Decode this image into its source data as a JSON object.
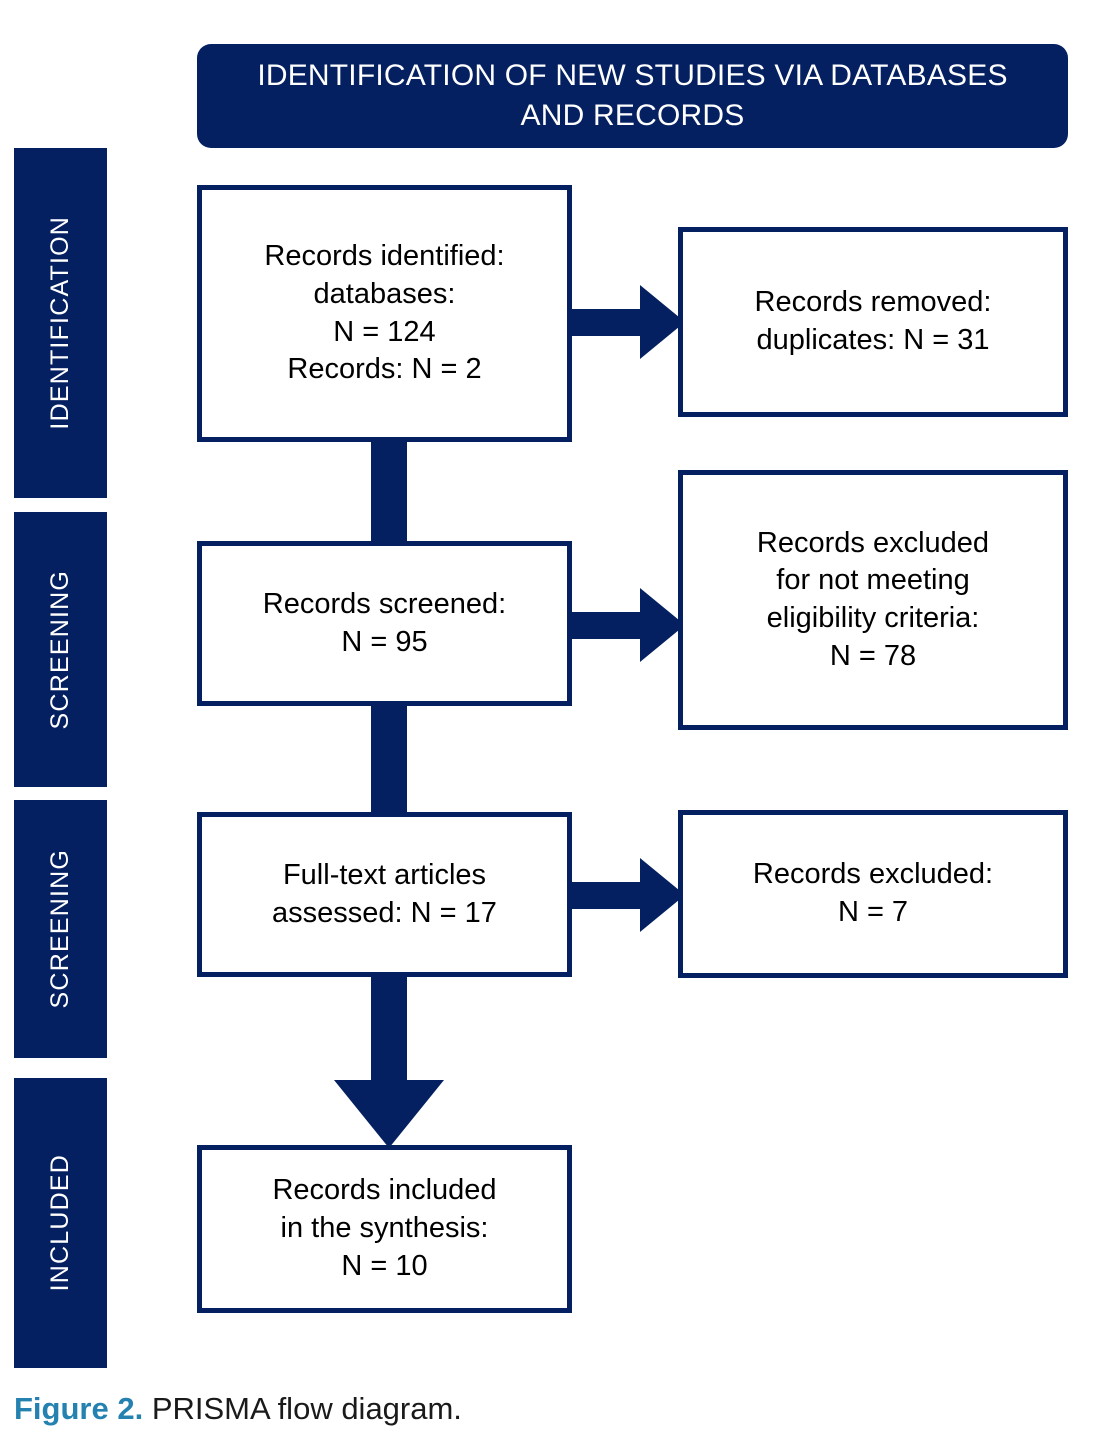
{
  "figure": {
    "header": {
      "title": "IDENTIFICATION OF NEW STUDIES VIA DATABASES AND RECORDS",
      "background_color": "#052060",
      "text_color": "#FFFFFF"
    },
    "stages": [
      {
        "id": "identification",
        "label": "IDENTIFICATION"
      },
      {
        "id": "screening-1",
        "label": "SCREENING"
      },
      {
        "id": "screening-2",
        "label": "SCREENING"
      },
      {
        "id": "included",
        "label": "INCLUDED"
      }
    ],
    "boxes": {
      "records_identified": {
        "text": "Records identified:\ndatabases:\nN = 124\nRecords: N = 2"
      },
      "records_removed": {
        "text": "Records removed:\nduplicates: N = 31"
      },
      "records_screened": {
        "text": "Records screened:\nN = 95"
      },
      "records_excluded_eligibility": {
        "text": "Records excluded\nfor not meeting\neligibility criteria:\nN = 78"
      },
      "fulltext_assessed": {
        "text": "Full-text articles\nassessed: N = 17"
      },
      "records_excluded": {
        "text": "Records excluded:\nN = 7"
      },
      "records_included": {
        "text": "Records included\nin the synthesis:\nN = 10"
      }
    },
    "caption": {
      "lead": "Figure 2.",
      "rest": " PRISMA flow diagram.",
      "lead_color": "#2481B0"
    },
    "colors": {
      "navy": "#052060",
      "white": "#FFFFFF",
      "black": "#000000",
      "accent_teal": "#2481B0"
    }
  },
  "chart_data": {
    "type": "diagram",
    "title": "PRISMA flow diagram",
    "diagram_kind": "prisma-flow",
    "header": "IDENTIFICATION OF NEW STUDIES VIA DATABASES AND RECORDS",
    "stages": [
      "IDENTIFICATION",
      "SCREENING",
      "SCREENING",
      "INCLUDED"
    ],
    "nodes": [
      {
        "id": "records_identified",
        "stage": "IDENTIFICATION",
        "column": "main",
        "label": "Records identified: databases: N = 124; Records: N = 2",
        "counts": {
          "databases": 124,
          "records": 2
        }
      },
      {
        "id": "records_removed",
        "stage": "IDENTIFICATION",
        "column": "side",
        "label": "Records removed: duplicates: N = 31",
        "counts": {
          "duplicates": 31
        }
      },
      {
        "id": "records_screened",
        "stage": "SCREENING",
        "column": "main",
        "label": "Records screened: N = 95",
        "counts": {
          "screened": 95
        }
      },
      {
        "id": "records_excluded_eligibility",
        "stage": "SCREENING",
        "column": "side",
        "label": "Records excluded for not meeting eligibility criteria: N = 78",
        "counts": {
          "excluded": 78
        }
      },
      {
        "id": "fulltext_assessed",
        "stage": "SCREENING",
        "column": "main",
        "label": "Full-text articles assessed: N = 17",
        "counts": {
          "assessed": 17
        }
      },
      {
        "id": "records_excluded",
        "stage": "SCREENING",
        "column": "side",
        "label": "Records excluded: N = 7",
        "counts": {
          "excluded": 7
        }
      },
      {
        "id": "records_included",
        "stage": "INCLUDED",
        "column": "main",
        "label": "Records included in the synthesis: N = 10",
        "counts": {
          "included": 10
        }
      }
    ],
    "edges": [
      {
        "from": "records_identified",
        "to": "records_removed",
        "direction": "right",
        "style": "block-arrow"
      },
      {
        "from": "records_identified",
        "to": "records_screened",
        "direction": "down",
        "style": "bar"
      },
      {
        "from": "records_screened",
        "to": "records_excluded_eligibility",
        "direction": "right",
        "style": "block-arrow"
      },
      {
        "from": "records_screened",
        "to": "fulltext_assessed",
        "direction": "down",
        "style": "bar"
      },
      {
        "from": "fulltext_assessed",
        "to": "records_excluded",
        "direction": "right",
        "style": "block-arrow"
      },
      {
        "from": "fulltext_assessed",
        "to": "records_included",
        "direction": "down",
        "style": "block-arrow"
      }
    ]
  }
}
